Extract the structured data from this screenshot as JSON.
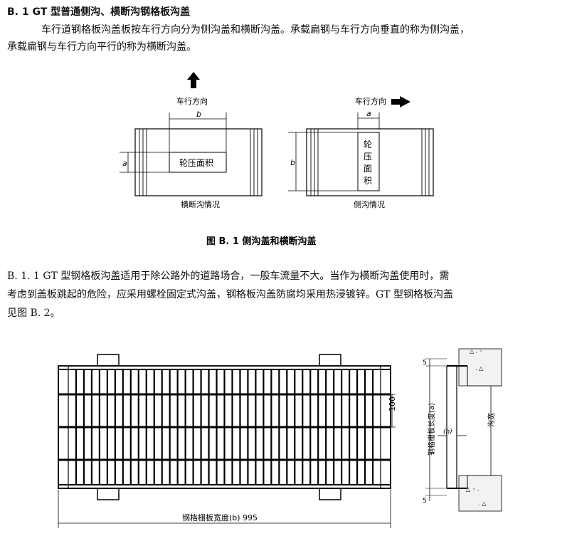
{
  "section": {
    "title": "B. 1   GT 型普通侧沟、横断沟钢格板沟盖",
    "para1_line1": "车行道钢格板沟盖板按车行方向分为侧沟盖和横断沟盖。承载扁钢与车行方向垂直的称为侧沟盖，",
    "para1_line2": "承载扁钢与车行方向平行的称为横断沟盖。"
  },
  "figure_b1": {
    "left": {
      "direction_label": "车行方向",
      "dim_b": "b",
      "dim_a": "a",
      "box_label": "轮压面积",
      "caption": "横断沟情况"
    },
    "right": {
      "direction_label": "车行方向",
      "dim_a": "a",
      "dim_b": "b",
      "box_label_1": "轮",
      "box_label_2": "压",
      "box_label_3": "面",
      "box_label_4": "积",
      "caption": "侧沟情况"
    },
    "caption": "图 B. 1   侧沟盖和横断沟盖"
  },
  "subsection": {
    "line1": "B. 1. 1    GT 型钢格板沟盖适用于除公路外的道路场合，一般车流量不大。当作为横断沟盖使用时，需",
    "line2": "考虑到盖板跳起的危险，应采用螺栓固定式沟盖，钢格板沟盖防腐均采用热浸镀锌。GT 型钢格板沟盖",
    "line3": "见图 B. 2。"
  },
  "figure_b2": {
    "dim_100": "100",
    "width_label": "钢格栅板宽度(b) 995",
    "section": {
      "dim_5_top": "5",
      "dim_5_bottom": "5",
      "length_label": "钢格栅板长度(a)",
      "h_label": "(h)",
      "trench_width_label": "沟宽"
    }
  }
}
